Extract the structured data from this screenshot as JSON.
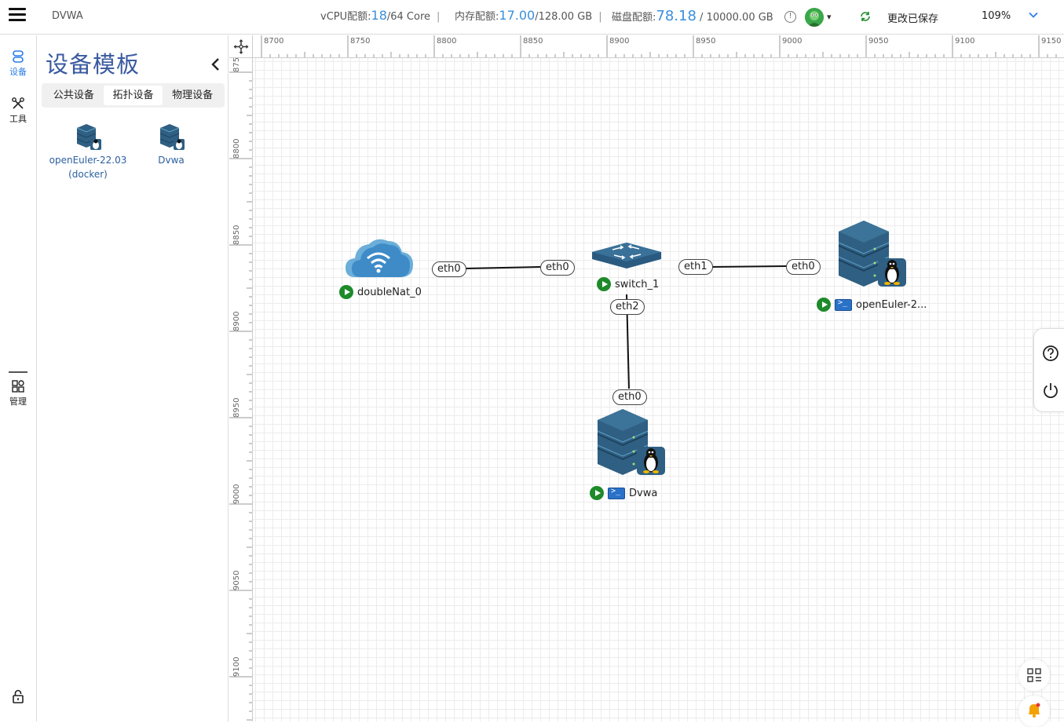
{
  "header": {
    "app_name": "DVWA",
    "vcpu_label": "vCPU配额:",
    "vcpu_used": "18",
    "vcpu_total": "/64 Core",
    "mem_label": "内存配额:",
    "mem_used": "17.00",
    "mem_total": "/128.00 GB",
    "disk_label": "磁盘配额:",
    "disk_used": "78.18",
    "disk_total": " / 10000.00 GB",
    "save_status": "更改已保存",
    "zoom": "109%",
    "accent_color": "#3a8fdb"
  },
  "rail": {
    "devices": "设备",
    "tools": "工具",
    "manage": "管理"
  },
  "panel": {
    "title": "设备模板",
    "tabs": [
      "公共设备",
      "拓扑设备",
      "物理设备"
    ],
    "active_tab": 1,
    "templates": [
      {
        "line1": "openEuler-22.03",
        "line2": "(docker)"
      },
      {
        "line1": "Dvwa",
        "line2": ""
      }
    ]
  },
  "canvas": {
    "ruler_x": [
      "8700",
      "8750",
      "8800",
      "8850",
      "8900",
      "8950",
      "9000",
      "9050",
      "9100",
      "9150"
    ],
    "ruler_y": [
      "875",
      "8800",
      "8850",
      "8900",
      "8950",
      "9000",
      "9050",
      "9100"
    ],
    "nodes": {
      "nat": "doubleNat_0",
      "switch": "switch_1",
      "openeuler": "openEuler-2...",
      "dvwa": "Dvwa"
    },
    "ports": {
      "nat_eth0": "eth0",
      "sw_eth0": "eth0",
      "sw_eth1": "eth1",
      "oe_eth0": "eth0",
      "sw_eth2": "eth2",
      "dvwa_eth0": "eth0"
    }
  },
  "float": {
    "help": "?",
    "power": "power"
  }
}
